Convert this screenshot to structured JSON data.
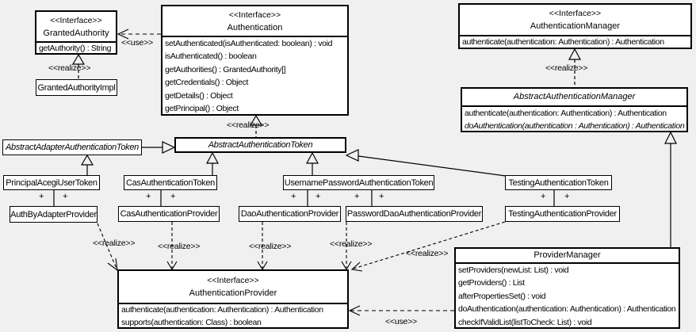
{
  "labels": {
    "plus": "+",
    "use": "<<use>>",
    "realize": "<<realize>>"
  },
  "colors": {
    "background": "#f0f0f0",
    "box_fill": "#ffffff",
    "line": "#000000"
  },
  "classes": {
    "granted_authority": {
      "stereotype": "<<Interface>>",
      "name": "GrantedAuthority",
      "methods": [
        "getAuthority() : String"
      ]
    },
    "granted_authority_impl": {
      "name": "GrantedAuthorityImpl"
    },
    "authentication": {
      "stereotype": "<<Interface>>",
      "name": "Authentication",
      "methods": [
        "setAuthenticated(isAuthenticated: boolean) : void",
        "isAuthenticated() : boolean",
        "getAuthorities() : GrantedAuthority[]",
        "getCredentials() : Object",
        "getDetails() : Object",
        "getPrincipal() : Object"
      ]
    },
    "authentication_manager": {
      "stereotype": "<<Interface>>",
      "name": "AuthenticationManager",
      "methods": [
        "authenticate(authentication: Authentication) : Authentication"
      ]
    },
    "abstract_authentication_manager": {
      "name": "AbstractAuthenticationManager",
      "methods": [
        "authenticate(authentication: Authentication) : Authentication",
        "doAuthentication(authentication : Authentication) : Authentication"
      ]
    },
    "abstract_adapter_authentication_token": {
      "name": "AbstractAdapterAuthenticationToken"
    },
    "abstract_authentication_token": {
      "name": "AbstractAuthenticationToken"
    },
    "principal_acegi_user_token": {
      "name": "PrincipalAcegiUserToken"
    },
    "cas_authentication_token": {
      "name": "CasAuthenticationToken"
    },
    "username_password_authentication_token": {
      "name": "UsernamePasswordAuthenticationToken"
    },
    "testing_authentication_token": {
      "name": "TestingAuthenticationToken"
    },
    "auth_by_adapter_provider": {
      "name": "AuthByAdapterProvider"
    },
    "cas_authentication_provider": {
      "name": "CasAuthenticationProvider"
    },
    "dao_authentication_provider": {
      "name": "DaoAuthenticationProvider"
    },
    "password_dao_authentication_provider": {
      "name": "PasswordDaoAuthenticationProvider"
    },
    "testing_authentication_provider": {
      "name": "TestingAuthenticationProvider"
    },
    "authentication_provider": {
      "stereotype": "<<Interface>>",
      "name": "AuthenticationProvider",
      "methods": [
        "authenticate(authentication: Authentication) : Authentication",
        "supports(authentication: Class) : boolean"
      ]
    },
    "provider_manager": {
      "name": "ProviderManager",
      "methods": [
        "setProviders(newList: List) : void",
        "getProviders() : List",
        "afterPropertiesSet() : void",
        "doAuthentication(authentication: Authentication) : Authentication",
        "checkIfValidList(listToCheck: List) : void"
      ]
    }
  }
}
